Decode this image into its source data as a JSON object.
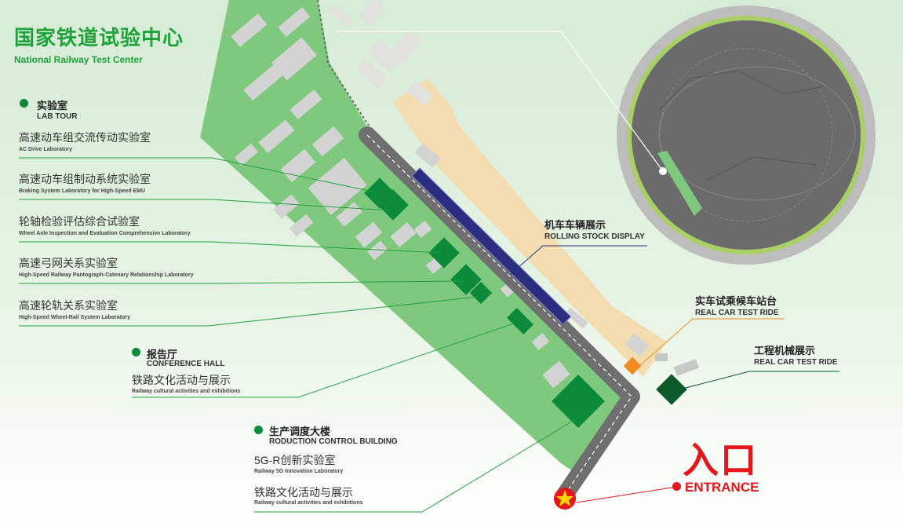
{
  "title": {
    "cn": "国家铁道试验中心",
    "en": "National Railway Test Center"
  },
  "lab": {
    "cn": "实验室",
    "en": "LAB TOUR",
    "items": [
      {
        "cn": "高速动车组交流传动实验室",
        "en": "AC Drive Laboratory"
      },
      {
        "cn": "高速动车组制动系统实验室",
        "en": "Braking System Laboratory for High-Speed EMU"
      },
      {
        "cn": "轮轴检验评估综合试验室",
        "en": "Wheel Axle Inspection and Evaluation Comprehensive Laboratory"
      },
      {
        "cn": "高速弓网关系实验室",
        "en": "High-Speed Railway Pantograph-Catenary Relationship Laboratory"
      },
      {
        "cn": "高速轮轨关系实验室",
        "en": "High-Speed Wheel-Rail System Laboratory"
      }
    ]
  },
  "conference": {
    "cn": "报告厅",
    "en": "CONFERENCE HALL",
    "items": [
      {
        "cn": "铁路文化活动与展示",
        "en": "Railway cultural activities and exhibitions"
      }
    ]
  },
  "production": {
    "cn": "生产调度大楼",
    "en": "RODUCTION CONTROL BUILDING",
    "items": [
      {
        "cn": "5G-R创新实验室",
        "en": "Railway 5G Innovation Laboratory"
      },
      {
        "cn": "铁路文化活动与展示",
        "en": "Railway cultural activities and exhibitions"
      }
    ]
  },
  "rolling_stock": {
    "cn": "机车车辆展示",
    "en": "ROLLING STOCK DISPLAY"
  },
  "test_ride": {
    "cn": "实车试乘候车站台",
    "en": "REAL CAR TEST RIDE"
  },
  "machinery": {
    "cn": "工程机械展示",
    "en": "REAL CAR TEST RIDE"
  },
  "entrance": {
    "cn": "入口",
    "en": "ENTRANCE"
  },
  "colors": {
    "brand_green": "#1fa23a",
    "zone_green": "#7fc97f",
    "lab_green": "#0c8a3b",
    "road_gray": "#6f6f6f",
    "track_blue": "#2b2d7e",
    "test_ride_orange": "#f08c21",
    "entrance_red": "#e5171b",
    "sand": "#f3ddb0"
  },
  "icons": {
    "entrance_marker": "star-icon"
  }
}
